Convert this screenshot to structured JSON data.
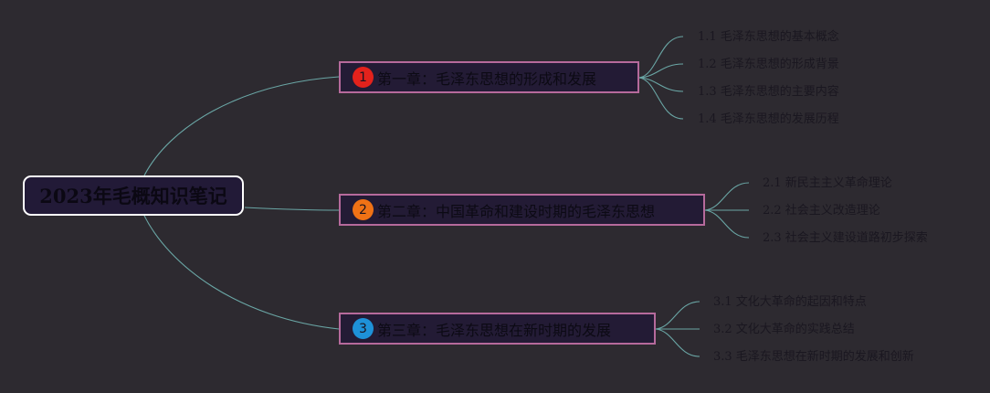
{
  "root": {
    "label": "2023年毛概知识笔记"
  },
  "colors": {
    "background": "#2d2a30",
    "edge": "#6aa6a5",
    "node_border": "#b66a9c",
    "root_border": "#ffffff",
    "badge_1": "#e3221c",
    "badge_2": "#f07215",
    "badge_3": "#1e91d9"
  },
  "chapters": [
    {
      "badge": "1",
      "label": "第一章：毛泽东思想的形成和发展",
      "items": [
        "1.1 毛泽东思想的基本概念",
        "1.2 毛泽东思想的形成背景",
        "1.3 毛泽东思想的主要内容",
        "1.4 毛泽东思想的发展历程"
      ]
    },
    {
      "badge": "2",
      "label": "第二章：中国革命和建设时期的毛泽东思想",
      "items": [
        "2.1 新民主主义革命理论",
        "2.2 社会主义改造理论",
        "2.3 社会主义建设道路初步探索"
      ]
    },
    {
      "badge": "3",
      "label": "第三章：毛泽东思想在新时期的发展",
      "items": [
        "3.1 文化大革命的起因和特点",
        "3.2 文化大革命的实践总结",
        "3.3 毛泽东思想在新时期的发展和创新"
      ]
    }
  ]
}
